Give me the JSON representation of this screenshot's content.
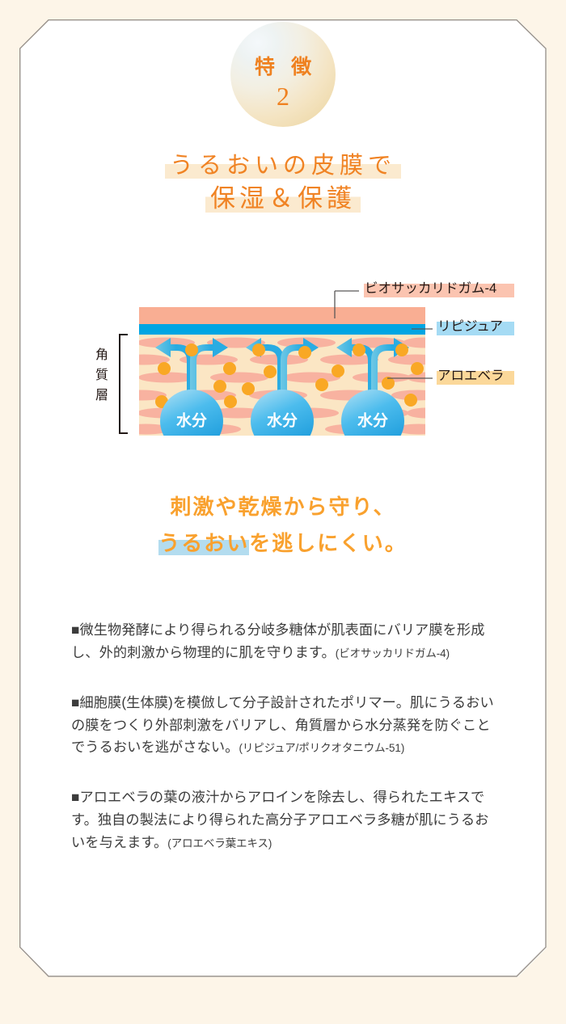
{
  "badge": {
    "label": "特 徴",
    "number": "2"
  },
  "title": {
    "line1": "うるおいの皮膜で",
    "line2": "保湿＆保護"
  },
  "diagram": {
    "layer_top_label": "ビオサッカリドガム-4",
    "layer_film_label": "リピジュア",
    "dot_label": "アロエベラ",
    "bracket_label": "角質層",
    "sphere_label": "水分",
    "sphere_count": 3,
    "colors": {
      "top_layer": "#f9ae93",
      "film_layer": "#00a5e2",
      "skin_bg": "#fbe6c4",
      "cell_ellipse": "#f7af9d",
      "dot": "#f9a825",
      "arrow": "#29abe2",
      "arrow_head": "#63c2dd",
      "sphere": "#29abe2",
      "callout_top_highlight": "#fbc4b0",
      "callout_film_highlight": "#a5dbf4",
      "callout_dot_highlight": "#fbd89a",
      "leader_line": "#595757"
    }
  },
  "tagline": {
    "line1": "刺激や乾燥から守り、",
    "line2_highlight": "うるおい",
    "line2_rest": "を逃しにくい。"
  },
  "body": {
    "paragraphs": [
      {
        "main": "■微生物発酵により得られる分岐多糖体が肌表面にバリア膜を形成し、外的刺激から物理的に肌を守ります。",
        "note": "(ビオサッカリドガム-4)"
      },
      {
        "main": "■細胞膜(生体膜)を模倣して分子設計されたポリマー。肌にうるおいの膜をつくり外部刺激をバリアし、角質層から水分蒸発を防ぐことでうるおいを逃がさない。",
        "note": "(リピジュア/ポリクオタニウム-51)"
      },
      {
        "main": "■アロエベラの葉の液汁からアロインを除去し、得られたエキスです。独自の製法により得られた高分子アロエベラ多糖が肌にうるおいを与えます。",
        "note": "(アロエベラ葉エキス)"
      }
    ]
  },
  "theme": {
    "page_bg": "#fdf5e8",
    "card_bg": "#ffffff",
    "card_border": "#9a938c",
    "accent_orange": "#f08324",
    "accent_amber": "#f9a12e",
    "text_dark": "#3c3c3c"
  }
}
